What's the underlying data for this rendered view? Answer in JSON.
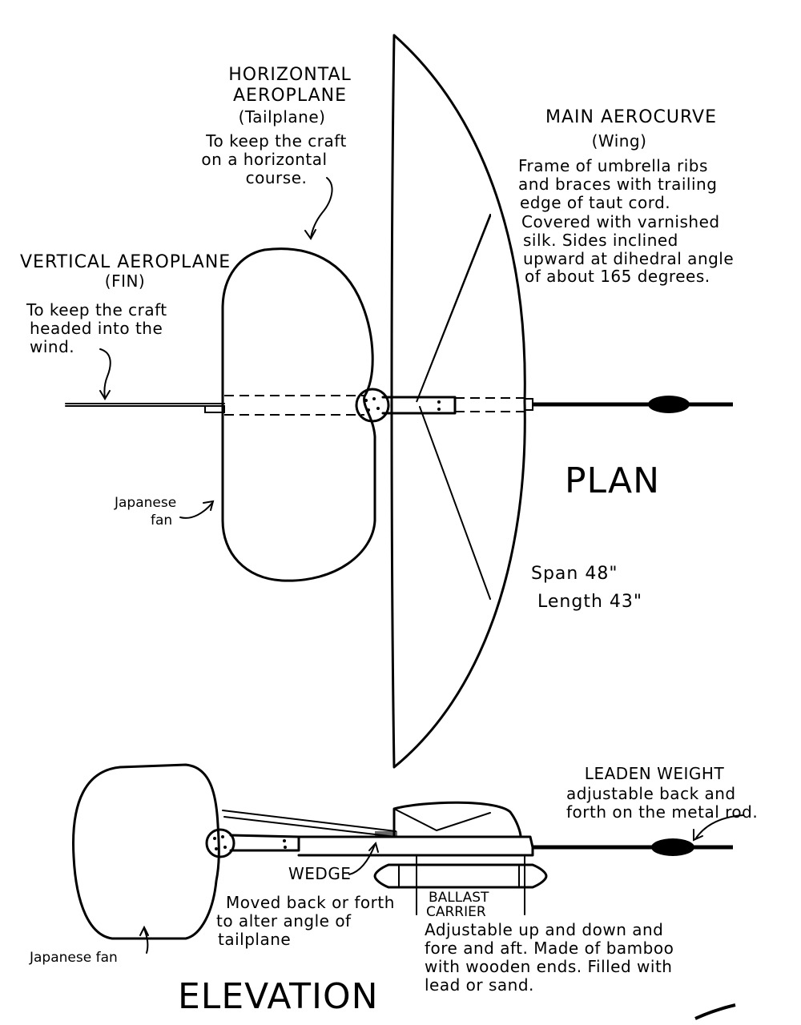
{
  "plan": {
    "title": "PLAN",
    "horizontal_aeroplane": {
      "lines": [
        "HORIZONTAL",
        "AEROPLANE",
        "(Tailplane)",
        "To keep the craft",
        "on a horizontal",
        "course."
      ]
    },
    "main_aerocurve": {
      "lines": [
        "MAIN AEROCURVE",
        "(Wing)",
        "Frame of umbrella ribs",
        "and braces with trailing",
        "edge of taut cord.",
        "Covered with varnished",
        "silk. Sides inclined",
        "upward at dihedral angle",
        "of about 165 degrees."
      ]
    },
    "vertical_aeroplane": {
      "lines": [
        "VERTICAL AEROPLANE",
        "(FIN)",
        "To keep the craft",
        "headed into the",
        "wind."
      ]
    },
    "japanese_fan": {
      "lines": [
        "Japanese",
        "fan"
      ]
    },
    "dimensions": {
      "span": "Span 48\"",
      "length": "Length 43\""
    }
  },
  "elevation": {
    "title": "ELEVATION",
    "leaden_weight": {
      "lines": [
        "LEADEN WEIGHT",
        "adjustable back and",
        "forth on the metal rod."
      ]
    },
    "wedge": "WEDGE",
    "wedge_note": {
      "lines": [
        "Moved back or forth",
        "to alter angle of",
        "tailplane"
      ]
    },
    "ballast": {
      "lines": [
        "BALLAST",
        "CARRIER"
      ]
    },
    "ballast_note": {
      "lines": [
        "Adjustable up and down and",
        "fore and aft. Made of bamboo",
        "with wooden ends. Filled with",
        "lead or sand."
      ]
    },
    "japanese_fan": "Japanese fan"
  }
}
